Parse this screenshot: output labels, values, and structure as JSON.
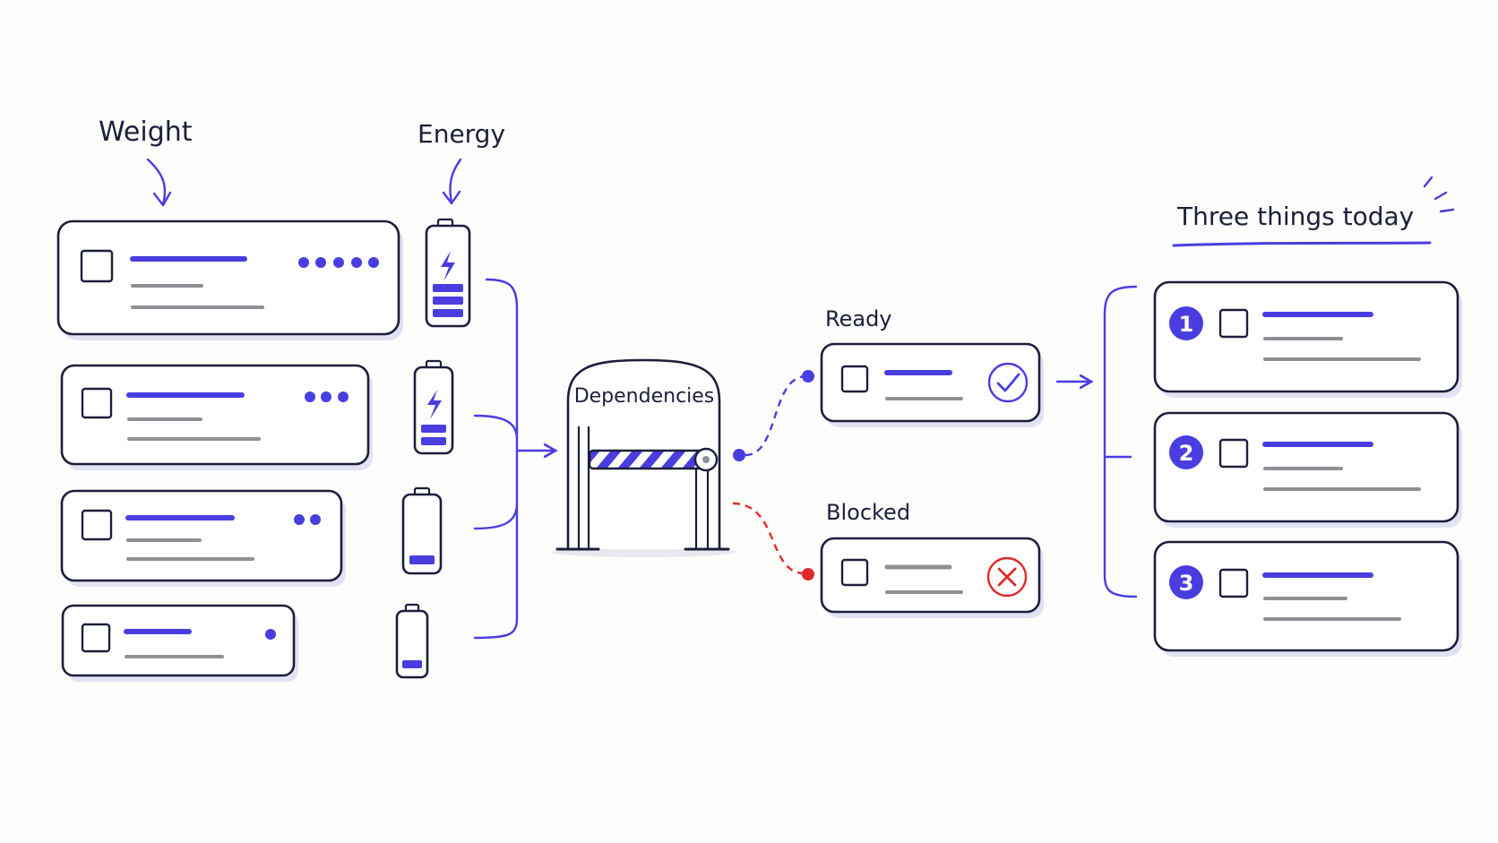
{
  "labels": {
    "weight": "Weight",
    "energy": "Energy",
    "dependencies": "Dependencies",
    "ready": "Ready",
    "blocked": "Blocked",
    "three_things": "Three things today"
  },
  "ranks": [
    "1",
    "2",
    "3"
  ],
  "colors": {
    "ink": "#1c1f3a",
    "accent": "#4a3de0",
    "muted": "#8e9096",
    "blocked": "#e02a2a",
    "card_shadow": "#dcdcf2"
  },
  "tasks": [
    {
      "weight_dots": 5,
      "energy_level": 3
    },
    {
      "weight_dots": 3,
      "energy_level": 2
    },
    {
      "weight_dots": 2,
      "energy_level": 1
    },
    {
      "weight_dots": 1,
      "energy_level": 1
    }
  ],
  "icons": {
    "ready": "check-circle-icon",
    "blocked": "x-circle-icon",
    "battery": "battery-icon",
    "bolt": "lightning-bolt-icon",
    "gate": "barrier-gate-icon"
  }
}
